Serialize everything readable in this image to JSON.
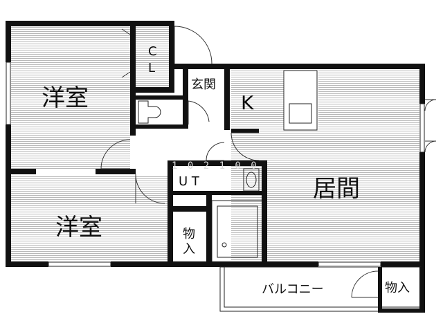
{
  "rooms": {
    "western_room_top": "洋室",
    "western_room_bottom": "洋室",
    "closet": "C\nL",
    "entrance": "玄関",
    "kitchen": "K",
    "unit_toilet": "U T",
    "living": "居間",
    "storage_left": "物\n入",
    "balcony": "バルコニー",
    "storage_right": "物入"
  },
  "watermark": "1 0 2 1 0 0",
  "colors": {
    "wall": "#111111",
    "line": "#222222",
    "stripe": "#b8b8b8"
  }
}
